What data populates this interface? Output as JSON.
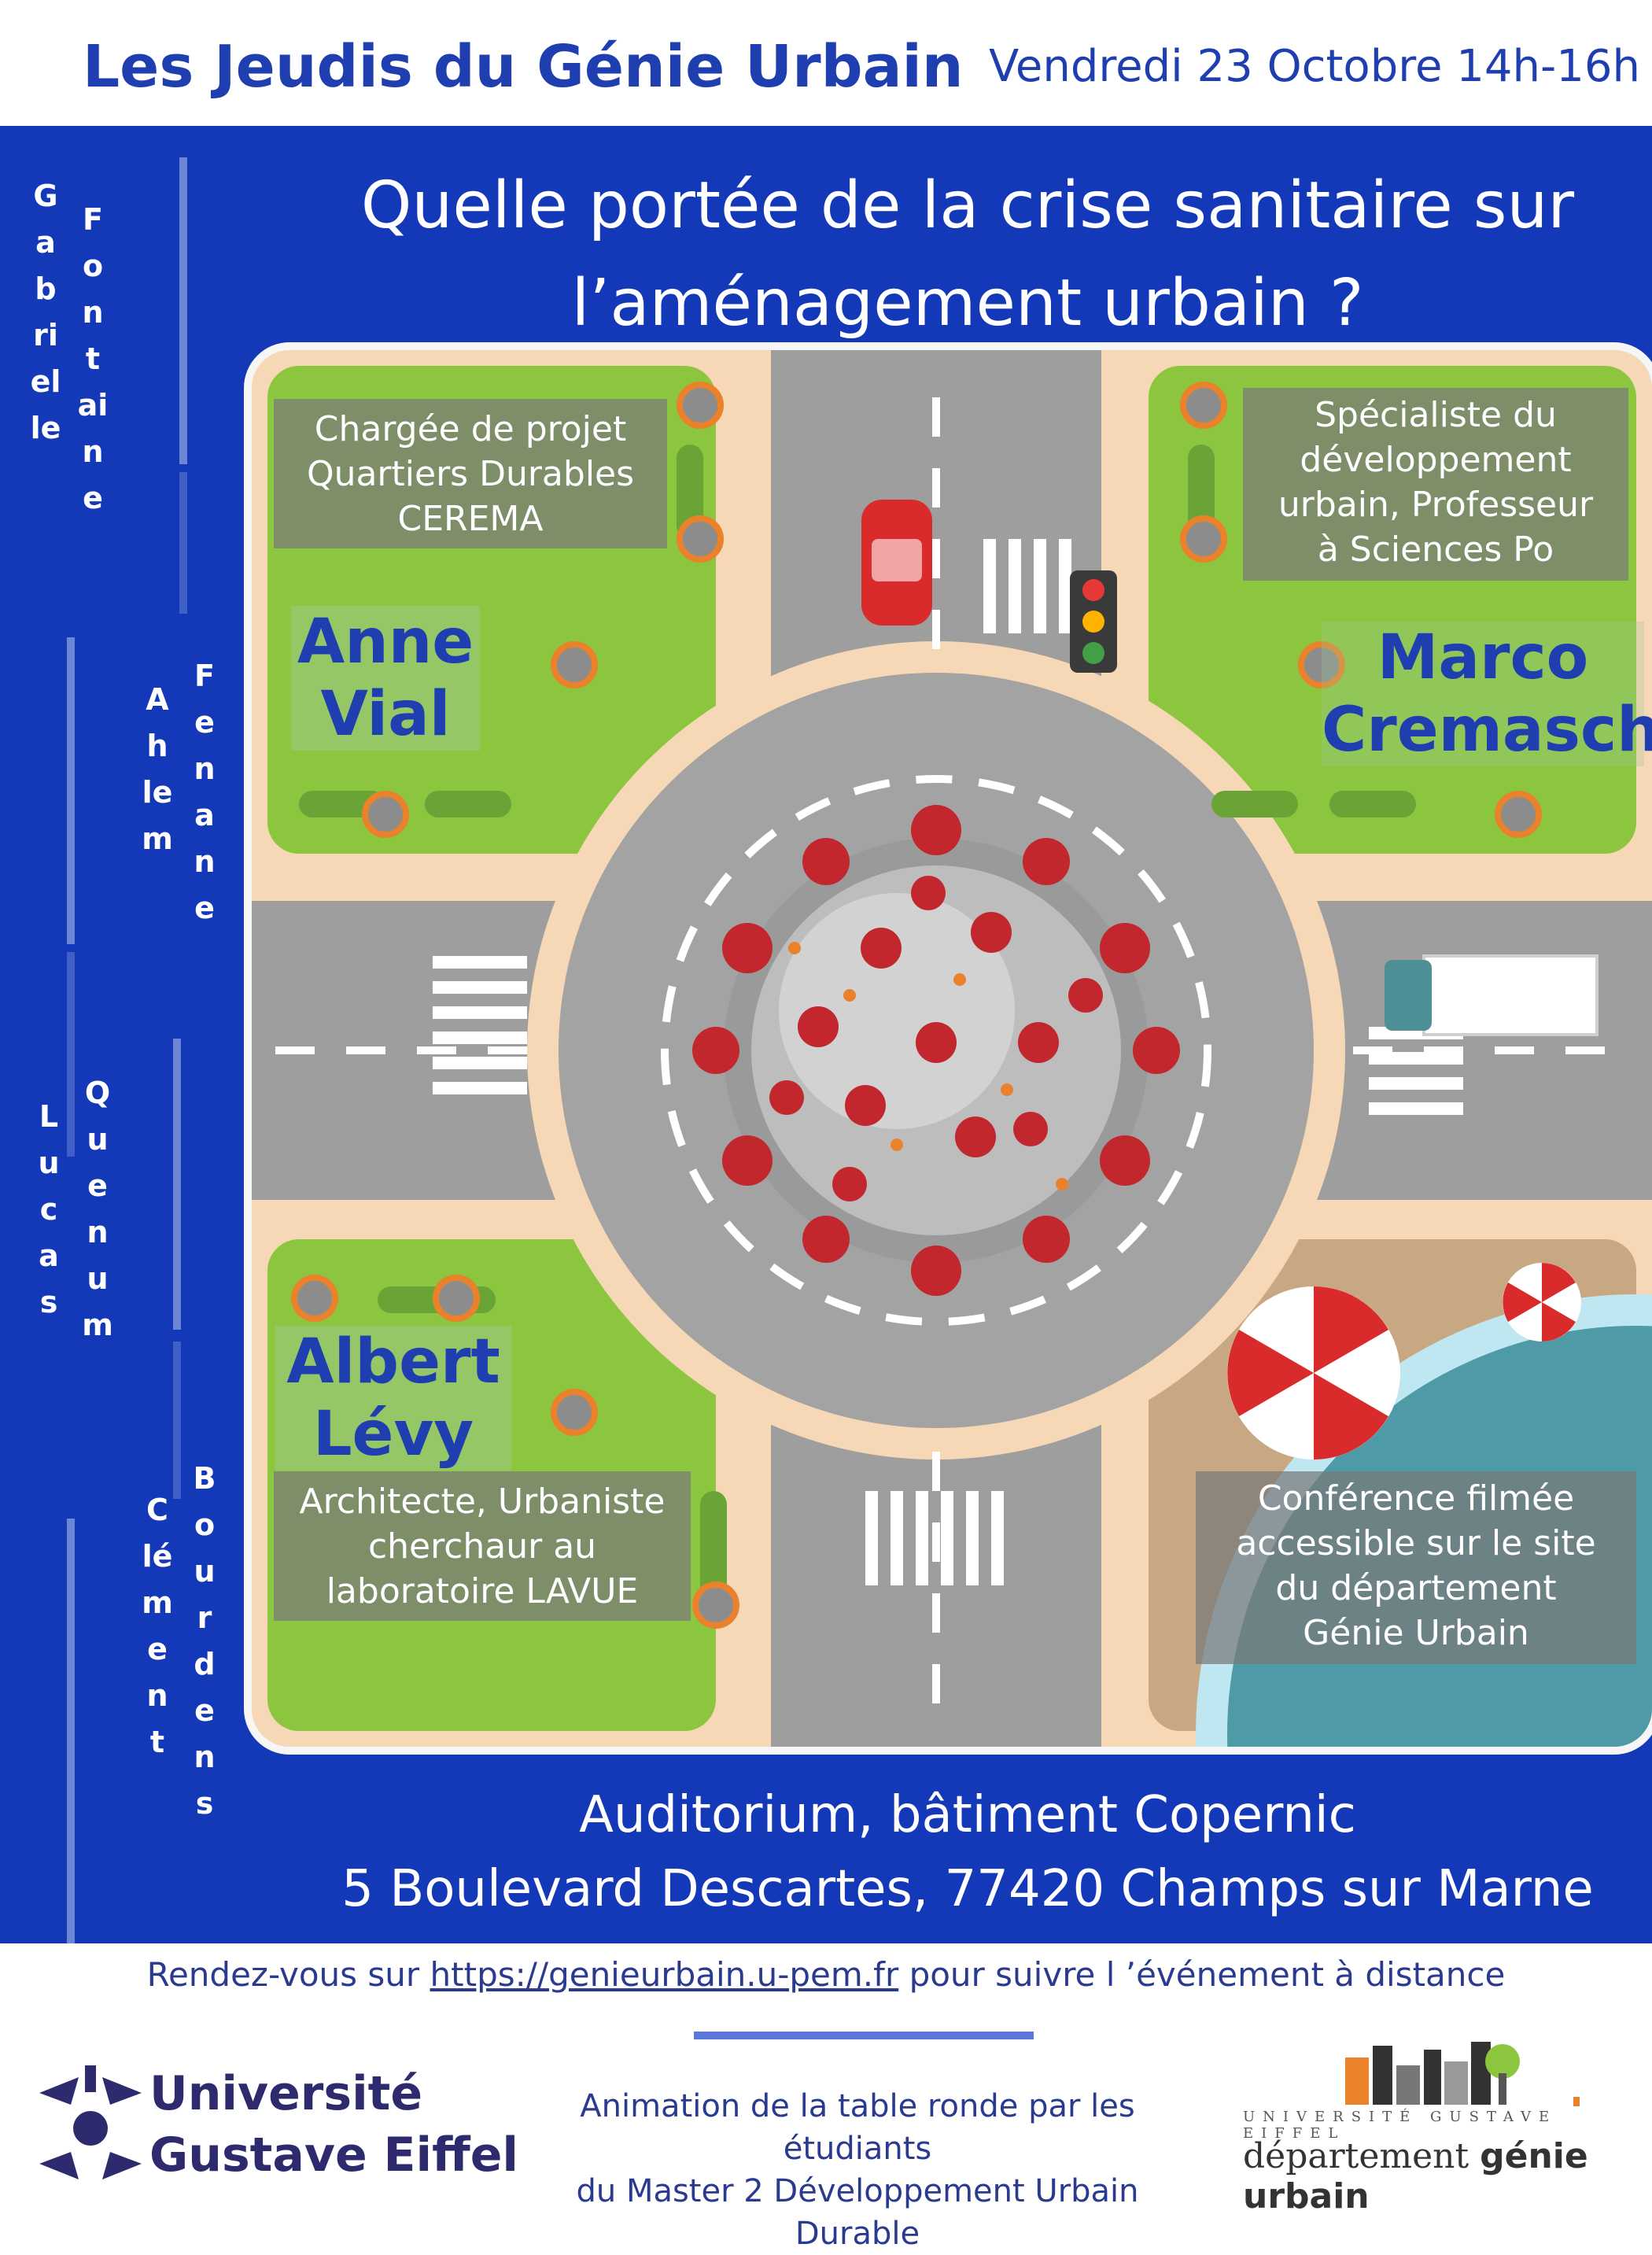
{
  "header": {
    "series": "Les Jeudis du Génie Urbain",
    "date": "Vendredi 23 Octobre 14h-16h"
  },
  "question": {
    "line1": "Quelle portée de la crise sanitaire sur",
    "line2": "l’aménagement urbain ?"
  },
  "students": [
    {
      "first": "Gabrielle",
      "last": "Fontaine"
    },
    {
      "first": "Ahlem",
      "last": "Fenane"
    },
    {
      "first": "Lucas",
      "last": "Quenum"
    },
    {
      "first": "Clément",
      "last": "Bourdens"
    }
  ],
  "speakers": {
    "top_left": {
      "first": "Anne",
      "last": "Vial",
      "role_lines": [
        "Chargée de projet",
        "Quartiers Durables",
        "CEREMA"
      ]
    },
    "top_right": {
      "first": "Marco",
      "last": "Cremaschi",
      "role_lines": [
        "Spécialiste du",
        "développement",
        "urbain, Professeur",
        "à Sciences Po"
      ]
    },
    "bottom_left": {
      "first": "Albert",
      "last": "Lévy",
      "role_lines": [
        "Architecte, Urbaniste",
        "cherchaur au",
        "laboratoire LAVUE"
      ]
    }
  },
  "broadcast_note": {
    "lines": [
      "Conférence filmée",
      "accessible sur le site",
      "du département",
      "Génie Urbain"
    ]
  },
  "venue": {
    "line1": "Auditorium, bâtiment Copernic",
    "line2": "5 Boulevard Descartes, 77420 Champs sur Marne"
  },
  "footer": {
    "prefix": "Rendez-vous sur ",
    "url": "https://genieurbain.u-pem.fr",
    "suffix": " pour suivre l ’événement à distance",
    "university_line1": "Université",
    "university_line2": "Gustave Eiffel",
    "animation_line1": "Animation de la table ronde par les étudiants",
    "animation_line2": "du Master 2 Développement Urbain Durable",
    "dept_university": "UNIVERSITÉ GUSTAVE EIFFEL",
    "dept_prefix": "département ",
    "dept_name": "génie urbain"
  },
  "colors": {
    "brand_blue": "#1339b8",
    "title_blue": "#1f3fb0",
    "grass": "#8cc63f",
    "road": "#9e9e9e",
    "virus_red": "#c1272d"
  }
}
